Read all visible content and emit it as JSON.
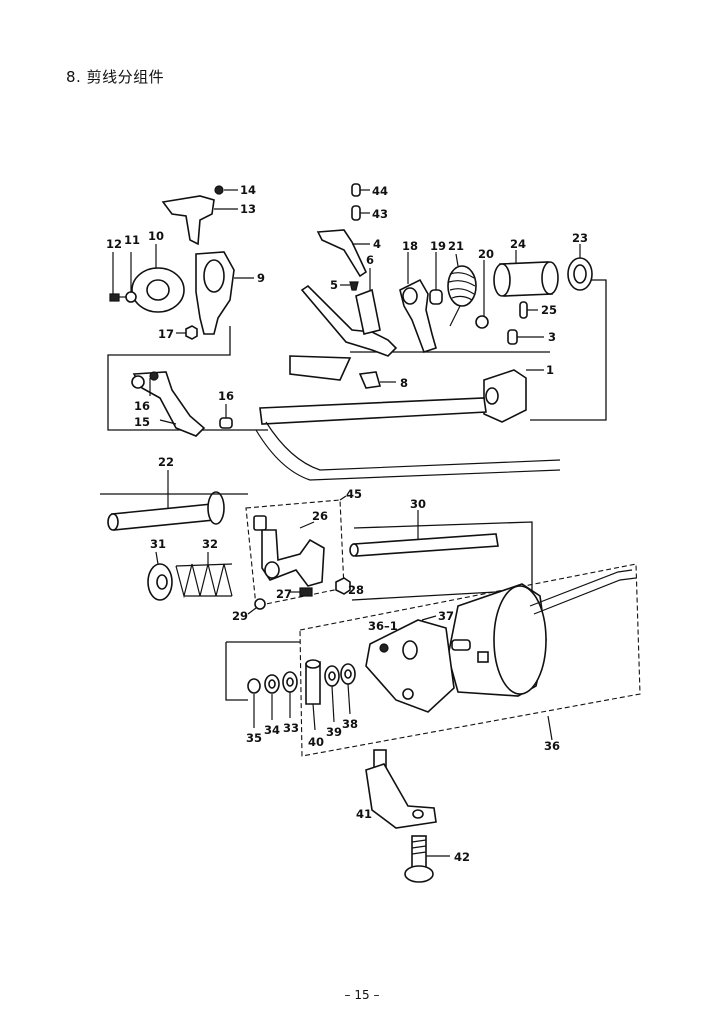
{
  "header": {
    "title": "8. 剪线分组件"
  },
  "footer": {
    "page_number": "– 15 –"
  },
  "callouts": {
    "c14": "14",
    "c13": "13",
    "c44": "44",
    "c43": "43",
    "c12": "12",
    "c11": "11",
    "c10": "10",
    "c9": "9",
    "c4": "4",
    "c5": "5",
    "c6": "6",
    "c18": "18",
    "c19": "19",
    "c21": "21",
    "c20": "20",
    "c24": "24",
    "c23": "23",
    "c25": "25",
    "c3": "3",
    "c17": "17",
    "c1": "1",
    "c8": "8",
    "c16a": "16",
    "c16b": "16",
    "c15": "15",
    "c22": "22",
    "c45": "45",
    "c26": "26",
    "c30": "30",
    "c31": "31",
    "c32": "32",
    "c27": "27",
    "c28": "28",
    "c29": "29",
    "c36_1": "36–1",
    "c37": "37",
    "c35": "35",
    "c34": "34",
    "c33": "33",
    "c40": "40",
    "c39": "39",
    "c38": "38",
    "c36": "36",
    "c41": "41",
    "c42": "42"
  }
}
